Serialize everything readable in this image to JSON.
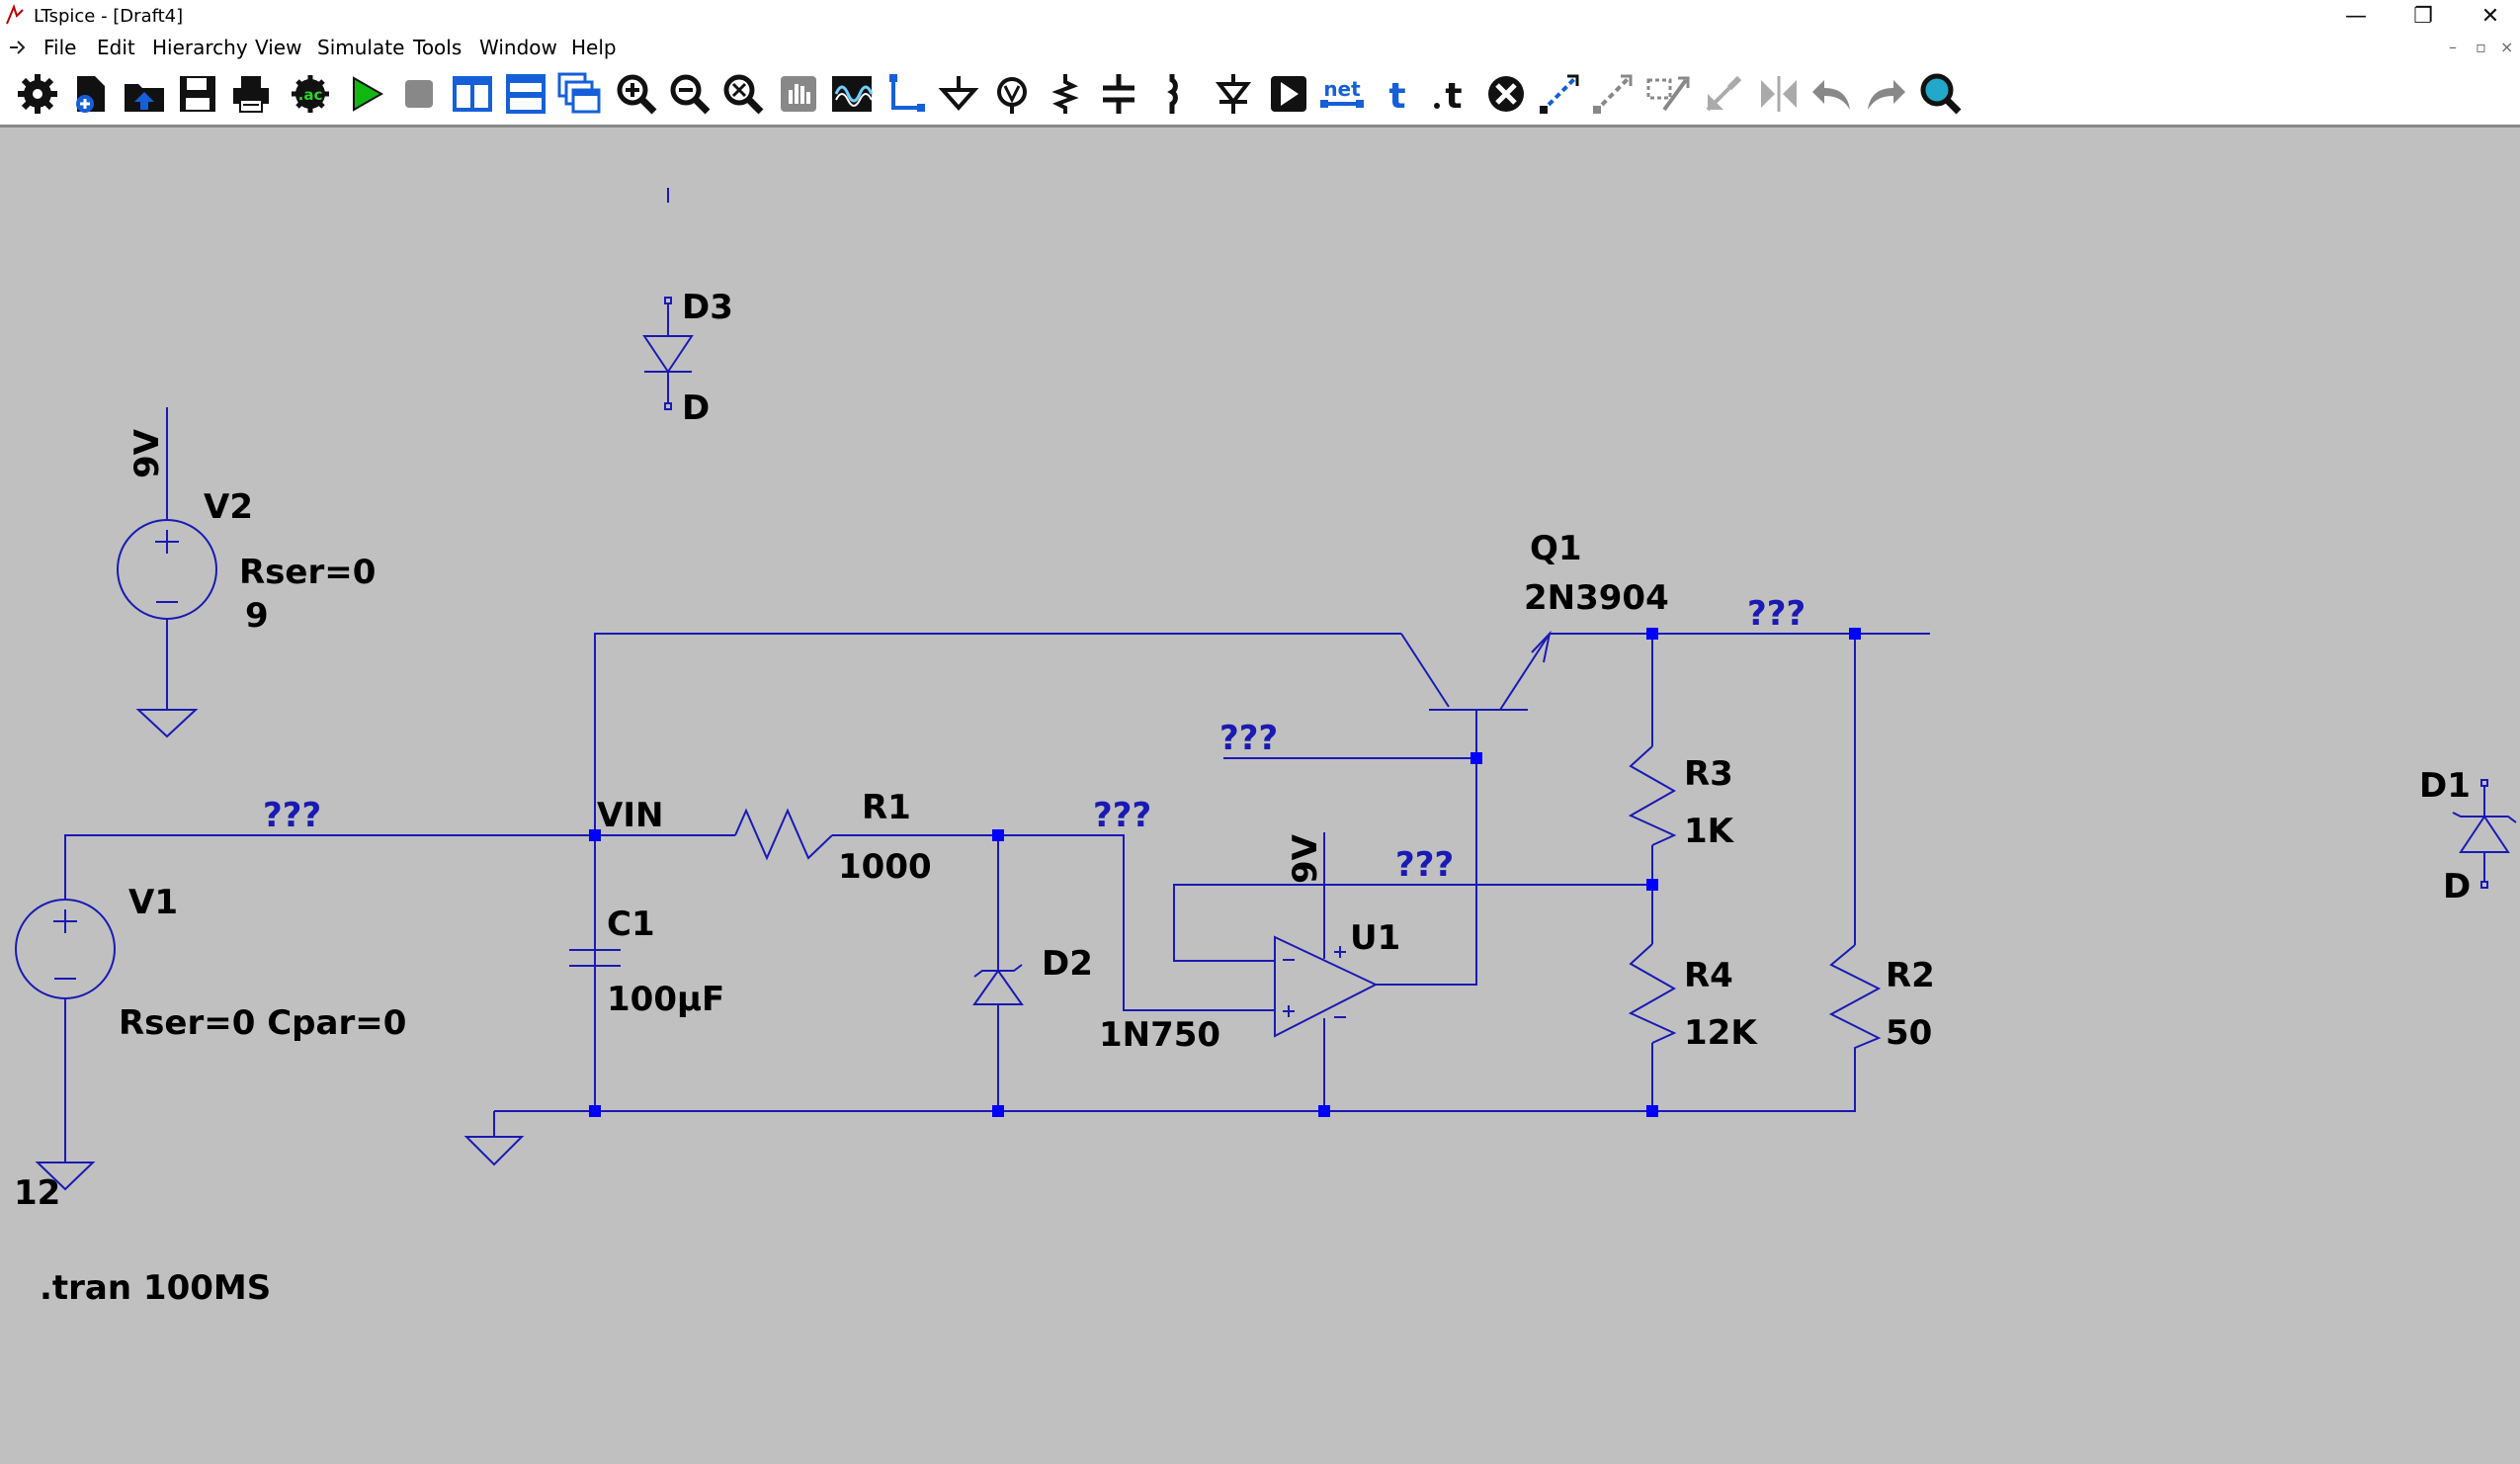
{
  "window": {
    "title": "LTspice - [Draft4]",
    "controls": {
      "minimize": "—",
      "restore": "❐",
      "close": "✕"
    }
  },
  "menu": {
    "items": [
      "File",
      "Edit",
      "Hierarchy",
      "View",
      "Simulate",
      "Tools",
      "Window",
      "Help"
    ],
    "mdi_controls": {
      "minimize": "–",
      "restore": "▫",
      "close": "×"
    }
  },
  "toolbar": {
    "ac_label": ".ac",
    "net_label": "net",
    "text_label": "t"
  },
  "schematic": {
    "components": {
      "V2": {
        "name": "V2",
        "value_top": "9V",
        "param": "Rser=0",
        "value": "9"
      },
      "V1": {
        "name": "V1",
        "param": "Rser=0 Cpar=0",
        "value": "12"
      },
      "D3": {
        "name": "D3",
        "model": "D"
      },
      "D1": {
        "name": "D1",
        "model": "D"
      },
      "Q1": {
        "name": "Q1",
        "model": "2N3904"
      },
      "R1": {
        "name": "R1",
        "value": "1000"
      },
      "C1": {
        "name": "C1",
        "value": "100µF"
      },
      "D2": {
        "name": "D2",
        "model": "1N750"
      },
      "U1": {
        "name": "U1",
        "supply": "9V"
      },
      "R3": {
        "name": "R3",
        "value": "1K"
      },
      "R4": {
        "name": "R4",
        "value": "12K"
      },
      "R2": {
        "name": "R2",
        "value": "50"
      }
    },
    "net_labels": {
      "vin_left": "???",
      "vin": "VIN",
      "zener": "???",
      "base": "???",
      "feedback": "???",
      "output": "???"
    },
    "directive": ".tran 100MS"
  },
  "colors": {
    "wire": "#1a1ab4",
    "junction": "#0000ff",
    "canvas": "#c0c0c0"
  }
}
